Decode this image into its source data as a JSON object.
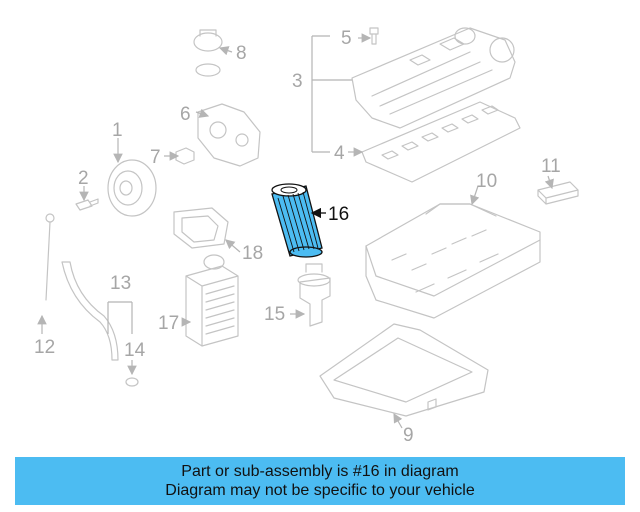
{
  "callouts": {
    "c1": "1",
    "c2": "2",
    "c3": "3",
    "c4": "4",
    "c5": "5",
    "c6": "6",
    "c7": "7",
    "c8": "8",
    "c9": "9",
    "c10": "10",
    "c11": "11",
    "c12": "12",
    "c13": "13",
    "c14": "14",
    "c15": "15",
    "c16": "16",
    "c17": "17",
    "c18": "18"
  },
  "highlight": {
    "part_number": "16",
    "color": "#4cbcf2"
  },
  "banner": {
    "line1": "Part or sub-assembly is #16 in diagram",
    "line2": "Diagram may not be specific to your vehicle",
    "background": "#4cbcf2"
  }
}
